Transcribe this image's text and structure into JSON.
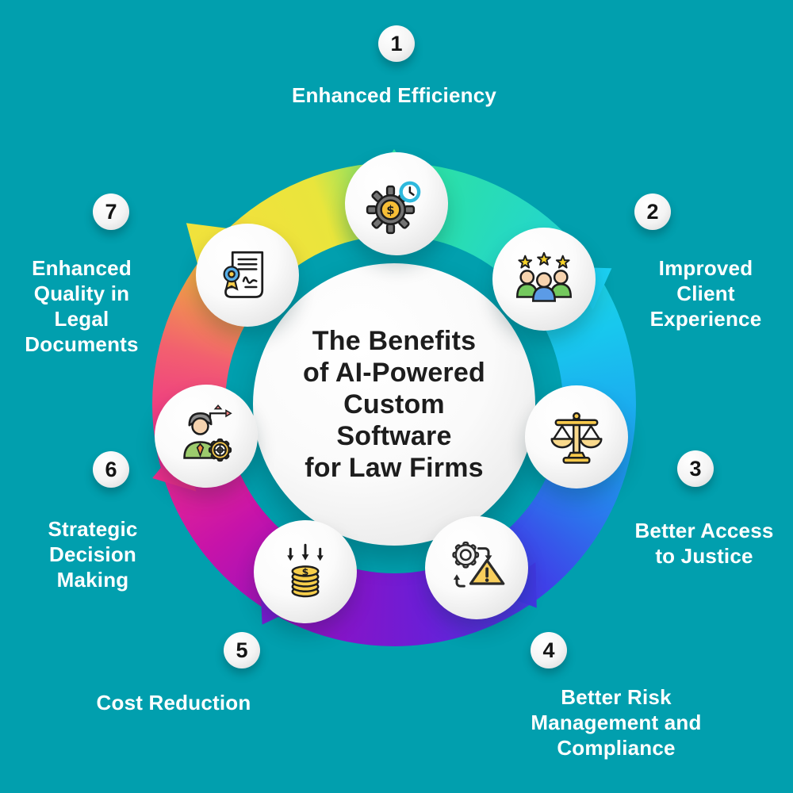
{
  "title": "The Benefits of AI-Powered Custom Software for Law Firms",
  "center": {
    "line1": "The Benefits",
    "line2": "of AI-Powered",
    "line3": "Custom",
    "line4": "Software",
    "line5": "for Law Firms"
  },
  "items": [
    {
      "number": "1",
      "label": "Enhanced Efficiency",
      "icon": "efficiency-gear-clock-icon"
    },
    {
      "number": "2",
      "label": "Improved Client Experience",
      "icon": "clients-stars-icon"
    },
    {
      "number": "3",
      "label": "Better Access to Justice",
      "icon": "justice-scales-icon"
    },
    {
      "number": "4",
      "label": "Better Risk Management and Compliance",
      "icon": "risk-warning-gear-icon"
    },
    {
      "number": "5",
      "label": "Cost Reduction",
      "icon": "cost-reduction-coins-icon"
    },
    {
      "number": "6",
      "label": "Strategic Decision Making",
      "icon": "strategy-person-gear-icon"
    },
    {
      "number": "7",
      "label": "Enhanced Quality in Legal Documents",
      "icon": "legal-document-certificate-icon"
    }
  ],
  "colors": {
    "background": "#019FAE",
    "ring_sequence": [
      "#F0E23C",
      "#2CE0A5",
      "#18C8EE",
      "#1E9BF0",
      "#3E41E8",
      "#6B1ED6",
      "#C713A9",
      "#EE2D8C",
      "#F2606F",
      "#F0A146"
    ],
    "label_text": "#FFFFFF",
    "center_text": "#1D1D1D",
    "badge_text": "#141414"
  }
}
